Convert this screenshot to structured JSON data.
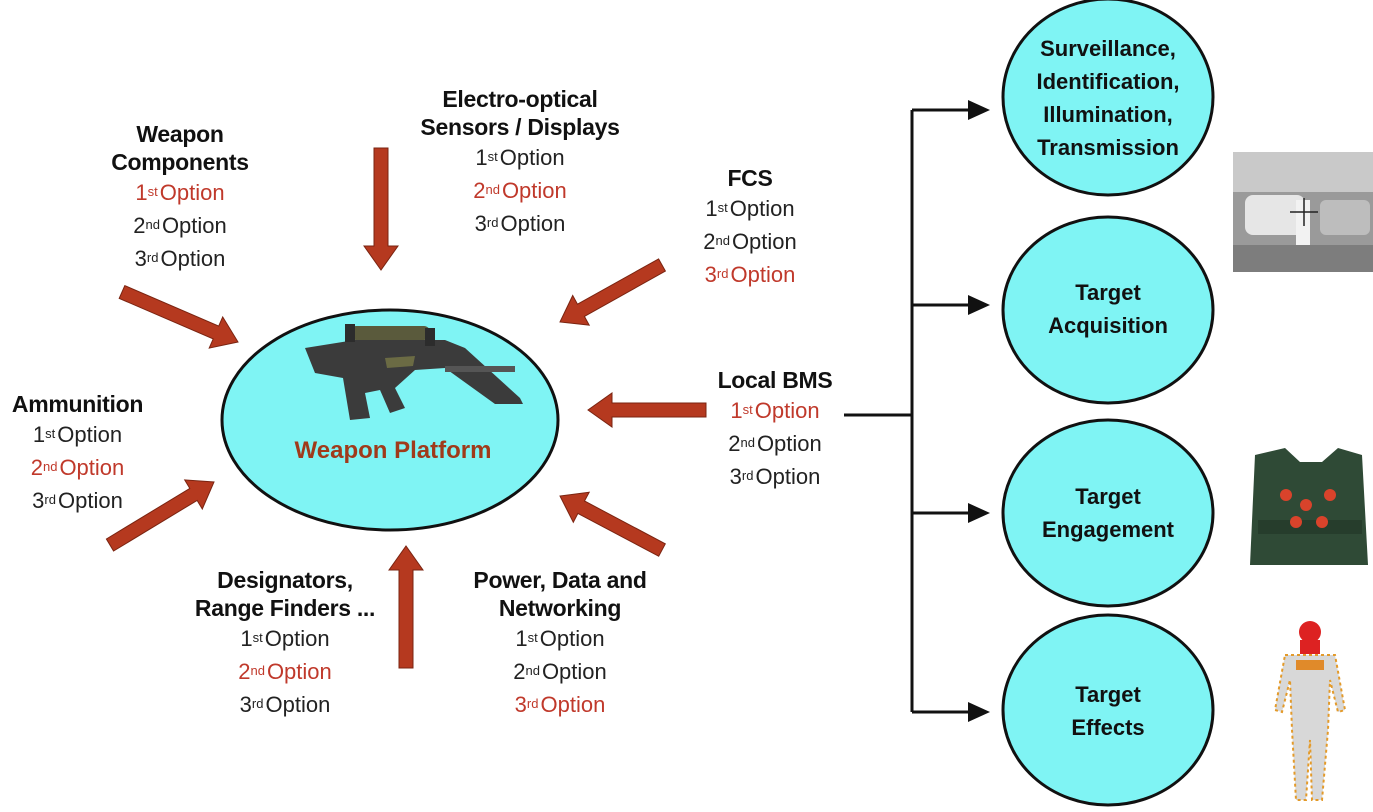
{
  "center": {
    "label": "Weapon Platform",
    "icon": "rifle-icon"
  },
  "inputs": [
    {
      "id": "weapon-components",
      "title": [
        "Weapon",
        "Components"
      ],
      "options": [
        {
          "n": "1",
          "suffix": "st",
          "text": "Option",
          "selected": true
        },
        {
          "n": "2",
          "suffix": "nd",
          "text": "Option",
          "selected": false
        },
        {
          "n": "3",
          "suffix": "rd",
          "text": "Option",
          "selected": false
        }
      ]
    },
    {
      "id": "electro-optical",
      "title": [
        "Electro-optical",
        "Sensors / Displays"
      ],
      "options": [
        {
          "n": "1",
          "suffix": "st",
          "text": "Option",
          "selected": false
        },
        {
          "n": "2",
          "suffix": "nd",
          "text": "Option",
          "selected": true
        },
        {
          "n": "3",
          "suffix": "rd",
          "text": "Option",
          "selected": false
        }
      ]
    },
    {
      "id": "fcs",
      "title": [
        "FCS"
      ],
      "options": [
        {
          "n": "1",
          "suffix": "st",
          "text": "Option",
          "selected": false
        },
        {
          "n": "2",
          "suffix": "nd",
          "text": "Option",
          "selected": false
        },
        {
          "n": "3",
          "suffix": "rd",
          "text": "Option",
          "selected": true
        }
      ]
    },
    {
      "id": "ammunition",
      "title": [
        "Ammunition"
      ],
      "options": [
        {
          "n": "1",
          "suffix": "st",
          "text": "Option",
          "selected": false
        },
        {
          "n": "2",
          "suffix": "nd",
          "text": "Option",
          "selected": true
        },
        {
          "n": "3",
          "suffix": "rd",
          "text": "Option",
          "selected": false
        }
      ]
    },
    {
      "id": "local-bms",
      "title": [
        "Local BMS"
      ],
      "options": [
        {
          "n": "1",
          "suffix": "st",
          "text": "Option",
          "selected": true
        },
        {
          "n": "2",
          "suffix": "nd",
          "text": "Option",
          "selected": false
        },
        {
          "n": "3",
          "suffix": "rd",
          "text": "Option",
          "selected": false
        }
      ]
    },
    {
      "id": "designators",
      "title": [
        "Designators,",
        "Range Finders ..."
      ],
      "options": [
        {
          "n": "1",
          "suffix": "st",
          "text": "Option",
          "selected": false
        },
        {
          "n": "2",
          "suffix": "nd",
          "text": "Option",
          "selected": true
        },
        {
          "n": "3",
          "suffix": "rd",
          "text": "Option",
          "selected": false
        }
      ]
    },
    {
      "id": "power-data",
      "title": [
        "Power, Data and",
        "Networking"
      ],
      "options": [
        {
          "n": "1",
          "suffix": "st",
          "text": "Option",
          "selected": false
        },
        {
          "n": "2",
          "suffix": "nd",
          "text": "Option",
          "selected": false
        },
        {
          "n": "3",
          "suffix": "rd",
          "text": "Option",
          "selected": true
        }
      ]
    }
  ],
  "outcomes": [
    {
      "id": "surveillance",
      "lines": [
        "Surveillance,",
        "Identification,",
        "Illumination,",
        "Transmission"
      ]
    },
    {
      "id": "acquisition",
      "lines": [
        "Target",
        "Acquisition"
      ]
    },
    {
      "id": "engagement",
      "lines": [
        "Target",
        "Engagement"
      ]
    },
    {
      "id": "effects",
      "lines": [
        "Target",
        "Effects"
      ]
    }
  ],
  "pictures": [
    {
      "id": "thermal-image",
      "icon": "thermal-sight-image-icon"
    },
    {
      "id": "body-armor",
      "icon": "body-armor-vest-icon"
    },
    {
      "id": "human-figure",
      "icon": "human-damage-figure-icon"
    }
  ],
  "colors": {
    "arrow": "#b5391f",
    "ellipse_fill": "#7ff4f4",
    "ellipse_stroke": "#111111",
    "selected_option": "#c0392b",
    "connector": "#111111"
  }
}
